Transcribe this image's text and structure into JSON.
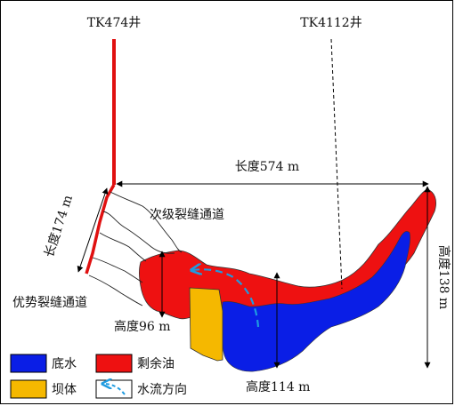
{
  "wells": {
    "left": "TK474井",
    "right": "TK4112井"
  },
  "labels": {
    "length_main": "长度574 m",
    "length_side": "长度174 m",
    "height_right": "高度138 m",
    "height_left": "高度96 m",
    "height_mid": "高度114 m",
    "secondary_fracture": "次级裂缝通道",
    "dominant_fracture": "优势裂缝通道"
  },
  "legend": {
    "items": [
      {
        "label": "底水",
        "color": "#0a1ee6"
      },
      {
        "label": "剩余油",
        "color": "#ee1111"
      },
      {
        "label": "坝体",
        "color": "#f5b800"
      },
      {
        "label": "水流方向",
        "color": "#1e9be0"
      }
    ]
  },
  "colors": {
    "water": "#0a1ee6",
    "oil": "#ee1111",
    "dam": "#f5b800",
    "flow": "#1e9be0",
    "well": "#e01010"
  }
}
